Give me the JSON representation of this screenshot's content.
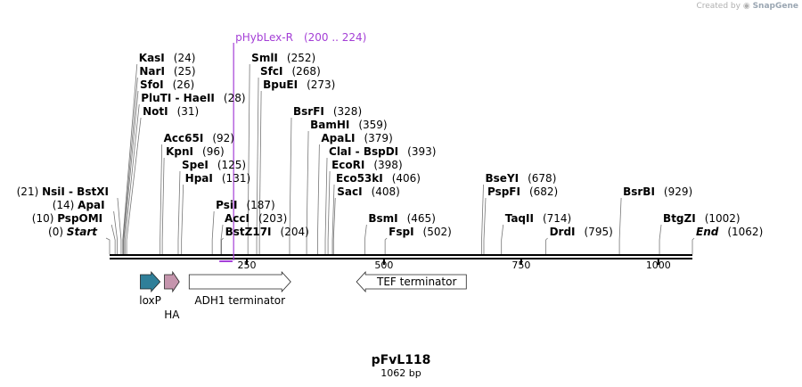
{
  "credit": {
    "prefix": "Created by",
    "brand": "SnapGene"
  },
  "plasmid": {
    "name": "pFvL118",
    "length_label": "1062 bp",
    "length": 1062
  },
  "primer": {
    "name": "pHybLex-R",
    "range": "(200 .. 224)",
    "start": 200,
    "end": 224,
    "color": "#a43fd6"
  },
  "ruler_ticks": [
    {
      "value": 250,
      "label": "250"
    },
    {
      "value": 500,
      "label": "500"
    },
    {
      "value": 750,
      "label": "750"
    },
    {
      "value": 1000,
      "label": "1000"
    }
  ],
  "sites": [
    {
      "name": "Start",
      "pos": 0,
      "pos_label": "(0)",
      "italic": true,
      "side": "left",
      "row": 0
    },
    {
      "name": "PspOMI",
      "pos": 10,
      "pos_label": "(10)",
      "side": "left",
      "row": 1
    },
    {
      "name": "ApaI",
      "pos": 14,
      "pos_label": "(14)",
      "side": "left",
      "row": 2
    },
    {
      "name": "NsiI - BstXI",
      "pos": 21,
      "pos_label": "(21)",
      "side": "left",
      "row": 3
    },
    {
      "name": "KasI",
      "pos": 24,
      "pos_label": "(24)",
      "side": "right",
      "row": 13
    },
    {
      "name": "NarI",
      "pos": 25,
      "pos_label": "(25)",
      "side": "right",
      "row": 12
    },
    {
      "name": "SfoI",
      "pos": 26,
      "pos_label": "(26)",
      "side": "right",
      "row": 11
    },
    {
      "name": "PluTI - HaeII",
      "pos": 28,
      "pos_label": "(28)",
      "side": "right",
      "row": 10
    },
    {
      "name": "NotI",
      "pos": 31,
      "pos_label": "(31)",
      "side": "right",
      "row": 9
    },
    {
      "name": "Acc65I",
      "pos": 92,
      "pos_label": "(92)",
      "side": "right",
      "row": 7
    },
    {
      "name": "KpnI",
      "pos": 96,
      "pos_label": "(96)",
      "side": "right",
      "row": 6
    },
    {
      "name": "SpeI",
      "pos": 125,
      "pos_label": "(125)",
      "side": "right",
      "row": 5
    },
    {
      "name": "HpaI",
      "pos": 131,
      "pos_label": "(131)",
      "side": "right",
      "row": 4
    },
    {
      "name": "PsiI",
      "pos": 187,
      "pos_label": "(187)",
      "side": "right",
      "row": 2
    },
    {
      "name": "AccI",
      "pos": 203,
      "pos_label": "(203)",
      "side": "right",
      "row": 1
    },
    {
      "name": "BstZ17I",
      "pos": 204,
      "pos_label": "(204)",
      "side": "right",
      "row": 0
    },
    {
      "name": "SmlI",
      "pos": 252,
      "pos_label": "(252)",
      "side": "right",
      "row": 13
    },
    {
      "name": "SfcI",
      "pos": 268,
      "pos_label": "(268)",
      "side": "right",
      "row": 12
    },
    {
      "name": "BpuEI",
      "pos": 273,
      "pos_label": "(273)",
      "side": "right",
      "row": 11
    },
    {
      "name": "BsrFI",
      "pos": 328,
      "pos_label": "(328)",
      "side": "right",
      "row": 9
    },
    {
      "name": "BamHI",
      "pos": 359,
      "pos_label": "(359)",
      "side": "right",
      "row": 8
    },
    {
      "name": "ApaLI",
      "pos": 379,
      "pos_label": "(379)",
      "side": "right",
      "row": 7
    },
    {
      "name": "ClaI - BspDI",
      "pos": 393,
      "pos_label": "(393)",
      "side": "right",
      "row": 6
    },
    {
      "name": "EcoRI",
      "pos": 398,
      "pos_label": "(398)",
      "side": "right",
      "row": 5
    },
    {
      "name": "Eco53kI",
      "pos": 406,
      "pos_label": "(406)",
      "side": "right",
      "row": 4
    },
    {
      "name": "SacI",
      "pos": 408,
      "pos_label": "(408)",
      "side": "right",
      "row": 3
    },
    {
      "name": "BsmI",
      "pos": 465,
      "pos_label": "(465)",
      "side": "right",
      "row": 1
    },
    {
      "name": "FspI",
      "pos": 502,
      "pos_label": "(502)",
      "side": "right",
      "row": 0
    },
    {
      "name": "BseYI",
      "pos": 678,
      "pos_label": "(678)",
      "side": "right",
      "row": 4
    },
    {
      "name": "PspFI",
      "pos": 682,
      "pos_label": "(682)",
      "side": "right",
      "row": 3
    },
    {
      "name": "TaqII",
      "pos": 714,
      "pos_label": "(714)",
      "side": "right",
      "row": 1
    },
    {
      "name": "DrdI",
      "pos": 795,
      "pos_label": "(795)",
      "side": "right",
      "row": 0
    },
    {
      "name": "BsrBI",
      "pos": 929,
      "pos_label": "(929)",
      "side": "right",
      "row": 3
    },
    {
      "name": "BtgZI",
      "pos": 1002,
      "pos_label": "(1002)",
      "side": "right",
      "row": 1
    },
    {
      "name": "End",
      "pos": 1062,
      "pos_label": "(1062)",
      "italic": true,
      "side": "right",
      "row": 0
    }
  ],
  "features": [
    {
      "name": "loxP",
      "start": 56,
      "end": 92,
      "direction": "forward",
      "color": "#2f7f99",
      "label": "loxP",
      "label_below": true
    },
    {
      "name": "HA",
      "start": 100,
      "end": 127,
      "direction": "forward",
      "color": "#c595ad",
      "label": "HA",
      "label_below": true
    },
    {
      "name": "ADH1 terminator",
      "start": 145,
      "end": 330,
      "direction": "forward",
      "color": "#ffffff",
      "label": "ADH1 terminator",
      "label_below": true
    },
    {
      "name": "TEF terminator",
      "start": 450,
      "end": 650,
      "direction": "reverse",
      "color": "#ffffff",
      "label": "TEF terminator",
      "label_below": false
    }
  ]
}
